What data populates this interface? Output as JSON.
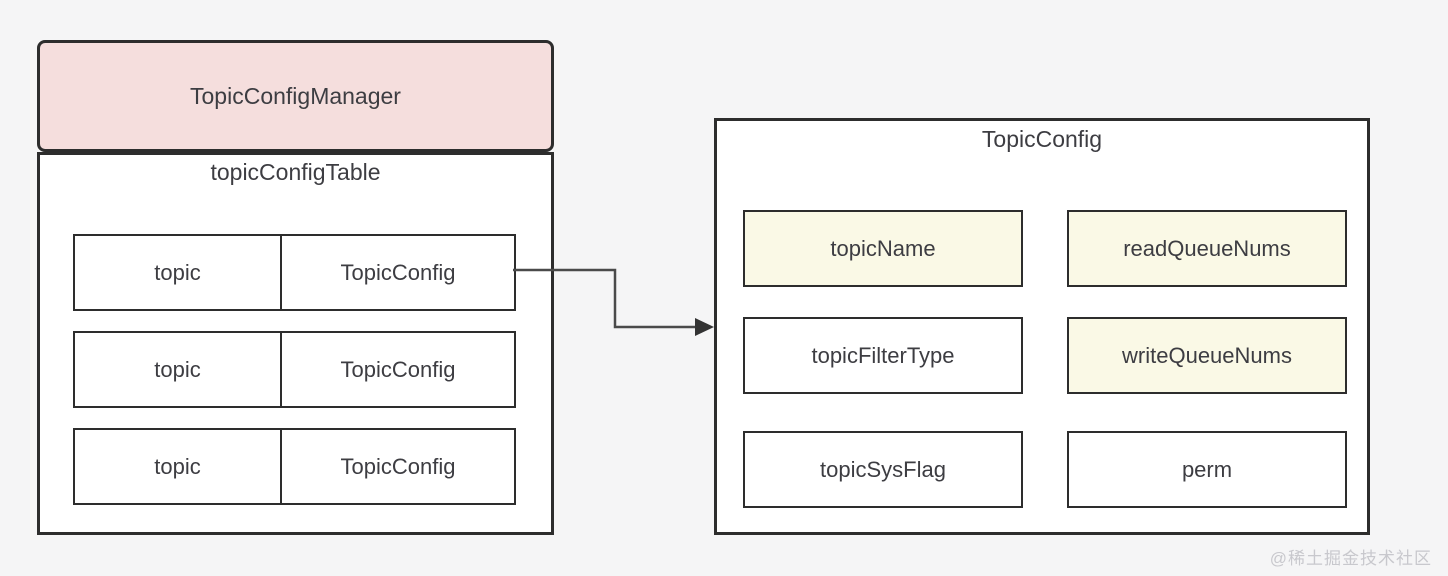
{
  "colors": {
    "background": "#f5f5f6",
    "border": "#2d2d2d",
    "manager_bg": "#f5dedd",
    "highlight_bg": "#faf9e6",
    "arrow": "#3f3f3f"
  },
  "manager": {
    "title": "TopicConfigManager"
  },
  "table": {
    "title": "topicConfigTable",
    "rows": [
      {
        "key": "topic",
        "value": "TopicConfig"
      },
      {
        "key": "topic",
        "value": "TopicConfig"
      },
      {
        "key": "topic",
        "value": "TopicConfig"
      }
    ]
  },
  "topic_config": {
    "title": "TopicConfig",
    "fields": [
      {
        "label": "topicName",
        "highlighted": true
      },
      {
        "label": "readQueueNums",
        "highlighted": true
      },
      {
        "label": "topicFilterType",
        "highlighted": false
      },
      {
        "label": "writeQueueNums",
        "highlighted": true
      },
      {
        "label": "topicSysFlag",
        "highlighted": false
      },
      {
        "label": "perm",
        "highlighted": false
      }
    ]
  },
  "watermark": "@稀土掘金技术社区"
}
